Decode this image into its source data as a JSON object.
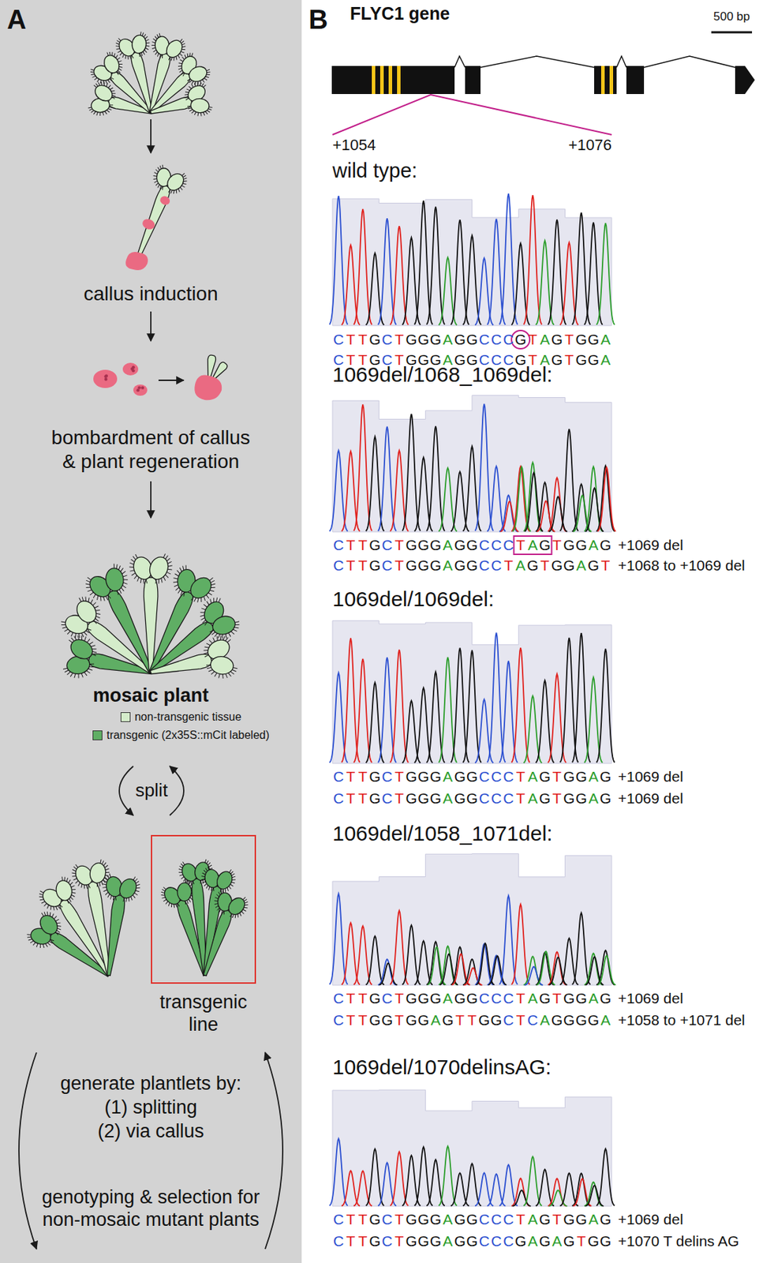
{
  "diagram": {
    "nodes": [
      {
        "text": [
          "transgenic line"
        ]
      }
    ],
    "labels": [
      "A",
      "callus induction",
      "bombardment of callus & plant regeneration",
      "mosaic plant",
      "split",
      "generate plantlets by: (1) splitting (2) via callus",
      "genotyping & selection for non-mosaic mutant plants",
      "B",
      "FLYC1 gene",
      "500 bp",
      "+1054",
      "+1076",
      "wild type:",
      "CTTGCTGGGAGGCCCGTAGTGGA",
      "CTTGCTGGGAGGCCCGTAGTGGA",
      "1069del/1068_1069del:",
      "CTTGCTGGGAGGCCCTAGTGGAG",
      "+1069 del",
      "CTTGCTGGGAGGCCTAGTGGAGT",
      "+1068 to +1069 del",
      "1069del/1069del:",
      "CTTGCTGGGAGGCCCTAGTGGAG",
      "+1069 del",
      "CTTGCTGGGAGGCCCTAGTGGAG",
      "+1069 del",
      "1069del/1058_1071del:",
      "CTTGCTGGGAGGCCCTAGTGGAG",
      "+1069 del",
      "CTTGGTGGAGTTGGCTCAGGGGA",
      "+1058 to +1071 del",
      "1069del/1070delinsAG:",
      "CTTGCTGGGAGGCCCTAGTGGAG",
      "+1069 del",
      "CTTGCTGGGAGGCCCGAGAGTGG",
      "+1070 T delins AG"
    ],
    "legend": [
      {
        "text": "non-transgenic tissue",
        "color": "#d4ecca"
      },
      {
        "text": "transgenic (2x35S::mCit labeled)",
        "color": "#5fae64"
      }
    ]
  }
}
